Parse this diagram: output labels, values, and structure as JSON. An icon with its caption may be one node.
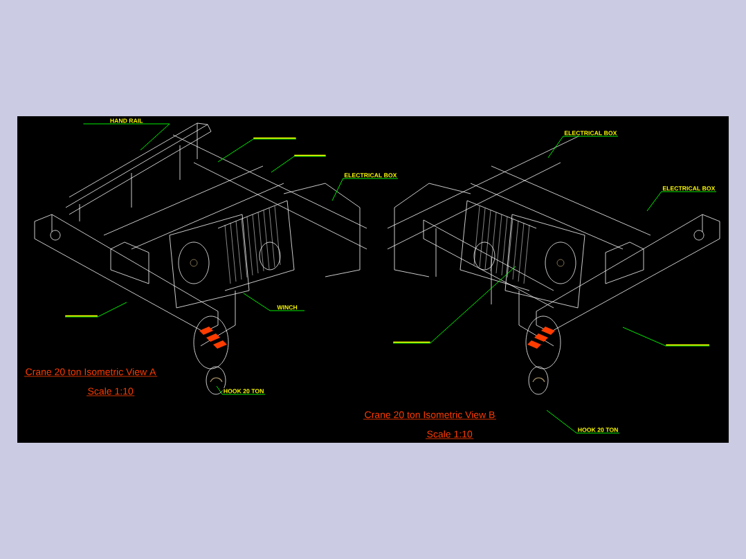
{
  "diagram": {
    "nodes": [
      {
        "text": [
          "HAND RAIL"
        ]
      },
      {
        "text": [],
        "shape": "bar"
      },
      {
        "text": [],
        "shape": "bar"
      },
      {
        "text": [
          "ELECTRICAL BOX"
        ]
      },
      {
        "text": [],
        "shape": "bar"
      },
      {
        "text": [
          "WINCH"
        ]
      },
      {
        "text": [
          "HOOK 20 TON"
        ]
      },
      {
        "text": [
          "ELECTRICAL BOX"
        ]
      },
      {
        "text": [
          "ELECTRICAL BOX"
        ]
      },
      {
        "text": [],
        "shape": "bar"
      },
      {
        "text": [],
        "shape": "bar"
      },
      {
        "text": [
          "HOOK 20 TON"
        ]
      }
    ],
    "edges": [
      {
        "from": 0,
        "to": null,
        "arrow": "none"
      },
      {
        "from": 1,
        "to": null,
        "arrow": "none"
      },
      {
        "from": 2,
        "to": null,
        "arrow": "none"
      },
      {
        "from": 3,
        "to": null,
        "arrow": "none"
      },
      {
        "from": 4,
        "to": null,
        "arrow": "none"
      },
      {
        "from": 5,
        "to": null,
        "arrow": "none"
      },
      {
        "from": 6,
        "to": null,
        "arrow": "none"
      },
      {
        "from": 7,
        "to": null,
        "arrow": "none"
      },
      {
        "from": 8,
        "to": null,
        "arrow": "none"
      },
      {
        "from": 9,
        "to": null,
        "arrow": "none"
      },
      {
        "from": 10,
        "to": null,
        "arrow": "none"
      },
      {
        "from": 11,
        "to": null,
        "arrow": "none"
      }
    ],
    "labels": [
      "Crane 20  ton Isometric  View A",
      "Scale 1:10",
      "Crane 20  ton Isometric  View B",
      "Scale 1:10"
    ]
  }
}
